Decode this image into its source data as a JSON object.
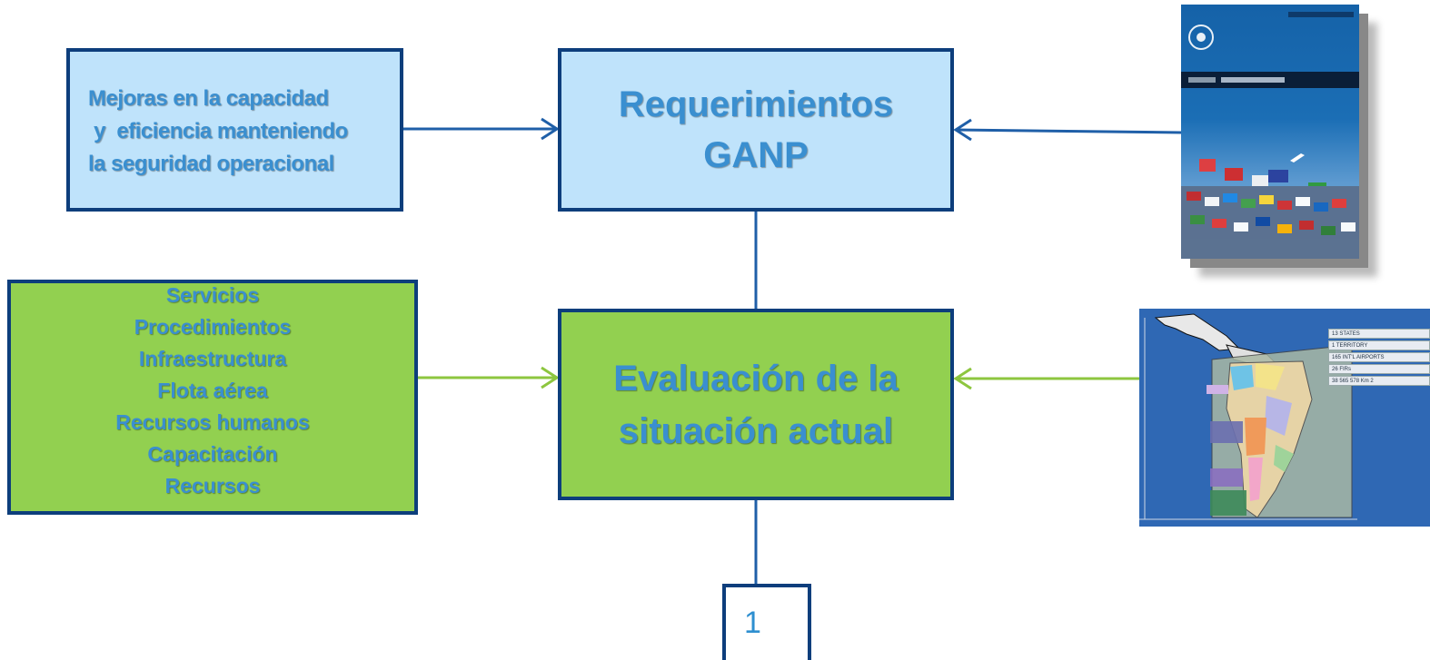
{
  "boxes": {
    "mejoras": {
      "lines": [
        "Mejoras en la capacidad",
        " y  eficiencia manteniendo",
        "la seguridad operacional"
      ]
    },
    "requerimientos": {
      "lines": [
        "Requerimientos",
        "GANP"
      ]
    },
    "lista": {
      "items": [
        "Servicios",
        "Procedimientos",
        "Infraestructura",
        "Flota aérea",
        "Recursos humanos",
        "Capacitación",
        "Recursos"
      ]
    },
    "evaluacion": {
      "lines": [
        "Evaluación  de la",
        "situación  actual"
      ]
    },
    "numero": "1"
  },
  "map_stats": [
    "13 STATES",
    "1 TERRITORY",
    "165 INT'L AIRPORTS",
    "26 FIRs",
    "38 565 578 Km 2"
  ],
  "colors": {
    "blue_fill": "#bfe3fb",
    "green_fill": "#92d050",
    "border": "#0d3e7c",
    "blue_arrow": "#1f5fa8",
    "green_arrow": "#8dc63f",
    "text": "#3a8fd0"
  }
}
